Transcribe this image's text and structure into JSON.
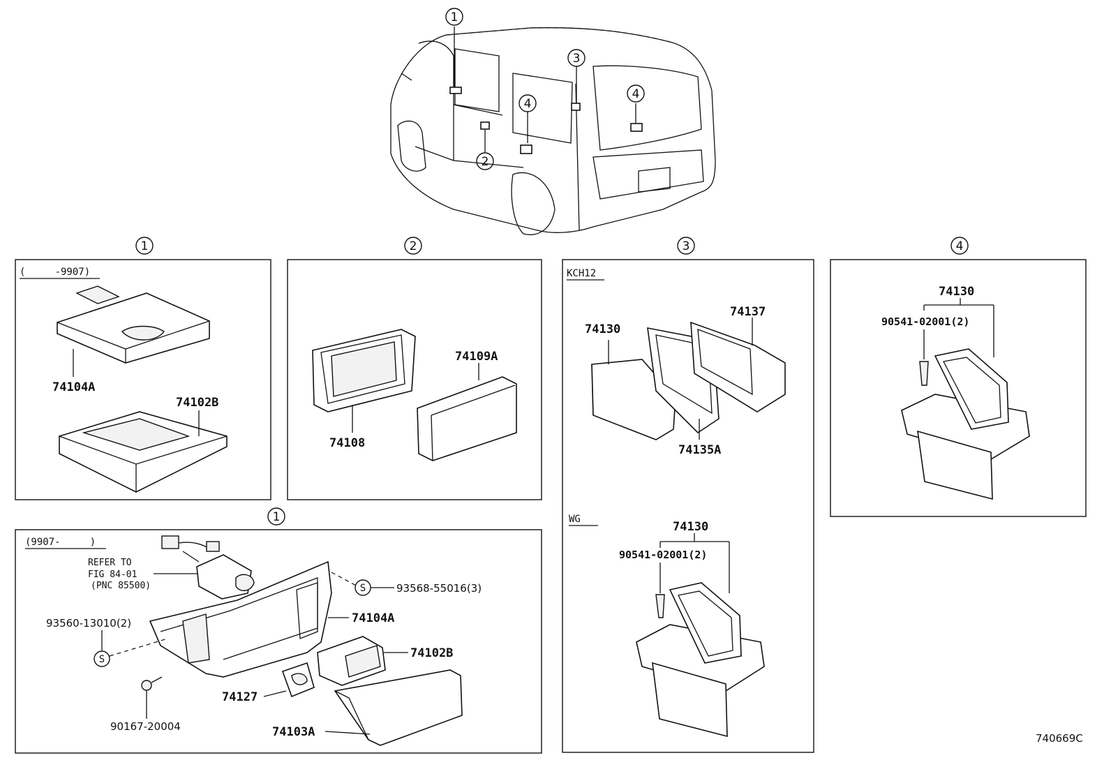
{
  "diagram_code": "740669C",
  "callouts": {
    "c1": "1",
    "c2": "2",
    "c3": "3",
    "c4": "4"
  },
  "panel1": {
    "callout": "1",
    "note": "(     -9907)",
    "parts": {
      "p74104A": "74104A",
      "p74102B": "74102B"
    }
  },
  "panel2": {
    "callout": "2",
    "parts": {
      "p74108": "74108",
      "p74109A": "74109A"
    }
  },
  "panel3": {
    "callout": "3",
    "variant_a": "KCH12",
    "variant_b": "WG",
    "parts": {
      "p74130a": "74130",
      "p74137": "74137",
      "p74135A": "74135A",
      "p74130b": "74130",
      "p90541": "90541-02001(2)"
    }
  },
  "panel4": {
    "callout": "4",
    "parts": {
      "p74130": "74130",
      "p90541": "90541-02001(2)"
    }
  },
  "panel5": {
    "callout": "1",
    "note": "(9907-     )",
    "refer": {
      "line1": "REFER TO",
      "line2": "FIG 84-01",
      "line3": "(PNC 85500)"
    },
    "s_mark": "S",
    "parts": {
      "p93568": "93568-55016(3)",
      "p74104A": "74104A",
      "p74102B": "74102B",
      "p93560": "93560-13010(2)",
      "p74127": "74127",
      "p90167": "90167-20004",
      "p74103A": "74103A"
    }
  }
}
